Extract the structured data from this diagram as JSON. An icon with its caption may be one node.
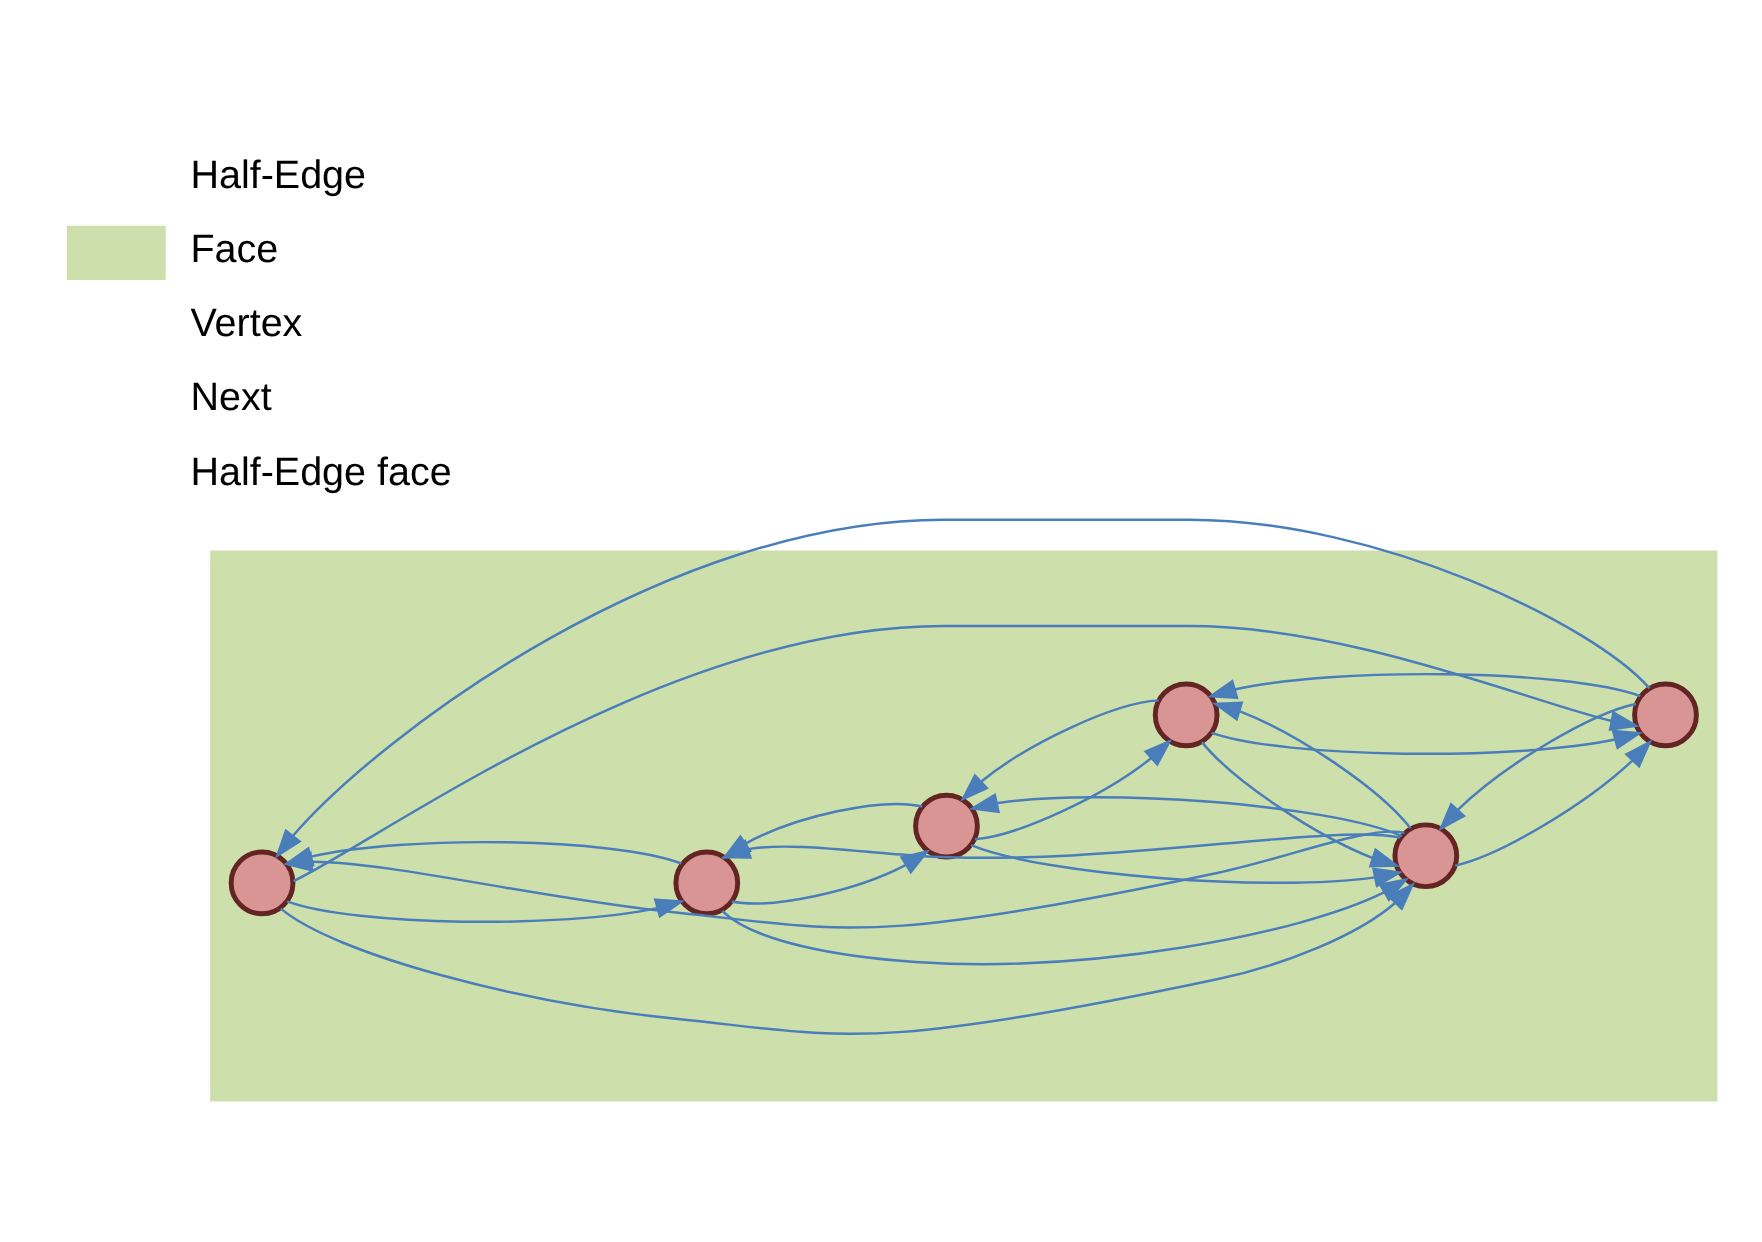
{
  "diagram": {
    "nodes": [
      {
        "text": [],
        "shape": "box"
      },
      {
        "text": [],
        "shape": "circle",
        "in": 0
      },
      {
        "text": [],
        "shape": "circle",
        "in": 0
      },
      {
        "text": [],
        "shape": "circle",
        "in": 0
      },
      {
        "text": [],
        "shape": "circle",
        "in": 0
      },
      {
        "text": [],
        "shape": "circle",
        "in": 0
      },
      {
        "text": [],
        "shape": "circle",
        "in": 0
      }
    ],
    "edges": [
      {
        "from": 1,
        "to": 2,
        "arrow": "to"
      },
      {
        "from": 2,
        "to": 1,
        "arrow": "to"
      },
      {
        "from": 1,
        "to": 4,
        "arrow": "to"
      },
      {
        "from": 4,
        "to": 1,
        "arrow": "to"
      },
      {
        "from": 1,
        "to": 3,
        "arrow": "to"
      },
      {
        "from": 3,
        "to": 1,
        "arrow": "to"
      },
      {
        "from": 2,
        "to": 3,
        "arrow": "to"
      },
      {
        "from": 3,
        "to": 2,
        "arrow": "to"
      },
      {
        "from": 2,
        "to": 6,
        "arrow": "to"
      },
      {
        "from": 6,
        "to": 2,
        "arrow": "to"
      },
      {
        "from": 4,
        "to": 3,
        "arrow": "to"
      },
      {
        "from": 3,
        "to": 4,
        "arrow": "to"
      },
      {
        "from": 3,
        "to": 6,
        "arrow": "to"
      },
      {
        "from": 6,
        "to": 3,
        "arrow": "to"
      },
      {
        "from": 5,
        "to": 3,
        "arrow": "to"
      },
      {
        "from": 3,
        "to": 5,
        "arrow": "to"
      },
      {
        "from": 4,
        "to": 5,
        "arrow": "to"
      },
      {
        "from": 5,
        "to": 4,
        "arrow": "to"
      },
      {
        "from": 5,
        "to": 6,
        "arrow": "to"
      },
      {
        "from": 6,
        "to": 5,
        "arrow": "to"
      }
    ],
    "legend": [
      {
        "text": "Half-Edge"
      },
      {
        "text": "Face",
        "color": "#cddfaa"
      },
      {
        "text": "Vertex"
      },
      {
        "text": "Next"
      },
      {
        "text": "Half-Edge face"
      }
    ]
  }
}
